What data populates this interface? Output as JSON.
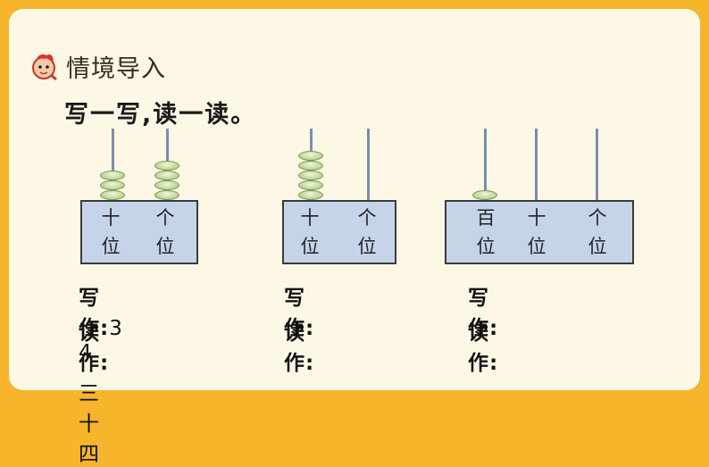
{
  "header": {
    "title": "情境导入",
    "logo_icon": "cartoon-character-icon"
  },
  "instruction": "写一写,读一读。",
  "abaci": [
    {
      "places": [
        {
          "top": "十",
          "bottom": "位"
        },
        {
          "top": "个",
          "bottom": "位"
        }
      ],
      "beads": [
        3,
        4
      ],
      "write_label": "写作:",
      "write_value": "3 4",
      "read_label": "读作:",
      "read_value": "三十四"
    },
    {
      "places": [
        {
          "top": "十",
          "bottom": "位"
        },
        {
          "top": "个",
          "bottom": "位"
        }
      ],
      "beads": [
        5,
        0
      ],
      "write_label": "写作:",
      "write_value": "",
      "read_label": "读作:",
      "read_value": ""
    },
    {
      "places": [
        {
          "top": "百",
          "bottom": "位"
        },
        {
          "top": "十",
          "bottom": "位"
        },
        {
          "top": "个",
          "bottom": "位"
        }
      ],
      "beads": [
        1,
        0,
        0
      ],
      "write_label": "写作:",
      "write_value": "",
      "read_label": "读作:",
      "read_value": ""
    }
  ],
  "colors": {
    "border": "#f6b52a",
    "background": "#fdf8e6",
    "abacus_base": "#c6d4ea",
    "bead": "#c6dca2"
  }
}
